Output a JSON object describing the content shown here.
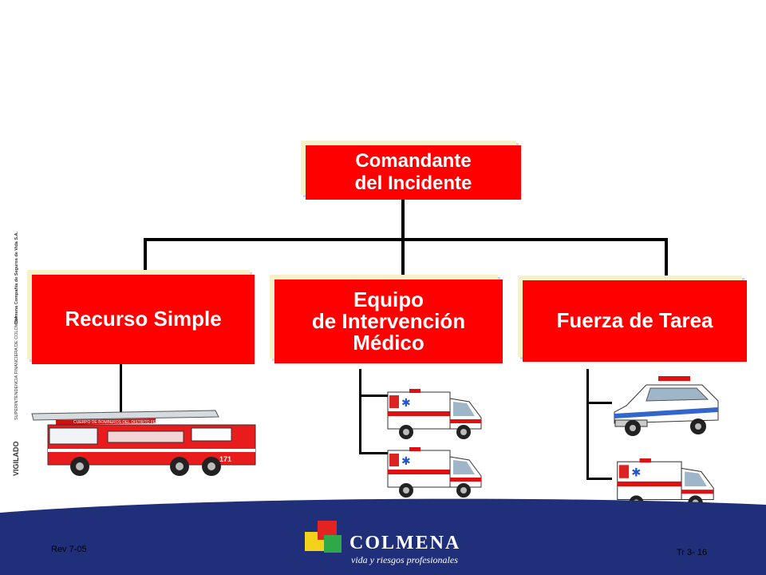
{
  "org_chart": {
    "top": {
      "lines": [
        "Comandante",
        "del Incidente"
      ]
    },
    "children": [
      {
        "lines": [
          "Recurso Simple"
        ]
      },
      {
        "lines": [
          "Equipo",
          "de Intervención",
          "Médico"
        ]
      },
      {
        "lines": [
          "Fuerza de Tarea"
        ]
      }
    ]
  },
  "vehicles": {
    "fire_truck_sign": "CUERPO DE BOMBEROS DEL DISTRITO FEDERAL",
    "fire_truck_number": "171"
  },
  "sidebar": {
    "vigilado": "VIGILADO",
    "supervisor": "SUPERINTENDENCIA FINANCIERA DE COLOMBIA",
    "company": "Colmena Compañía de Seguros de Vida S.A."
  },
  "footer": {
    "rev": "Rev 7-05",
    "page": "Tr 3- 16",
    "brand": "COLMENA",
    "tagline": "vida y riesgos profesionales"
  },
  "colors": {
    "box_red": "#ff0000",
    "footer_navy": "#1f2f7a",
    "accent": "#f2e9b8"
  }
}
